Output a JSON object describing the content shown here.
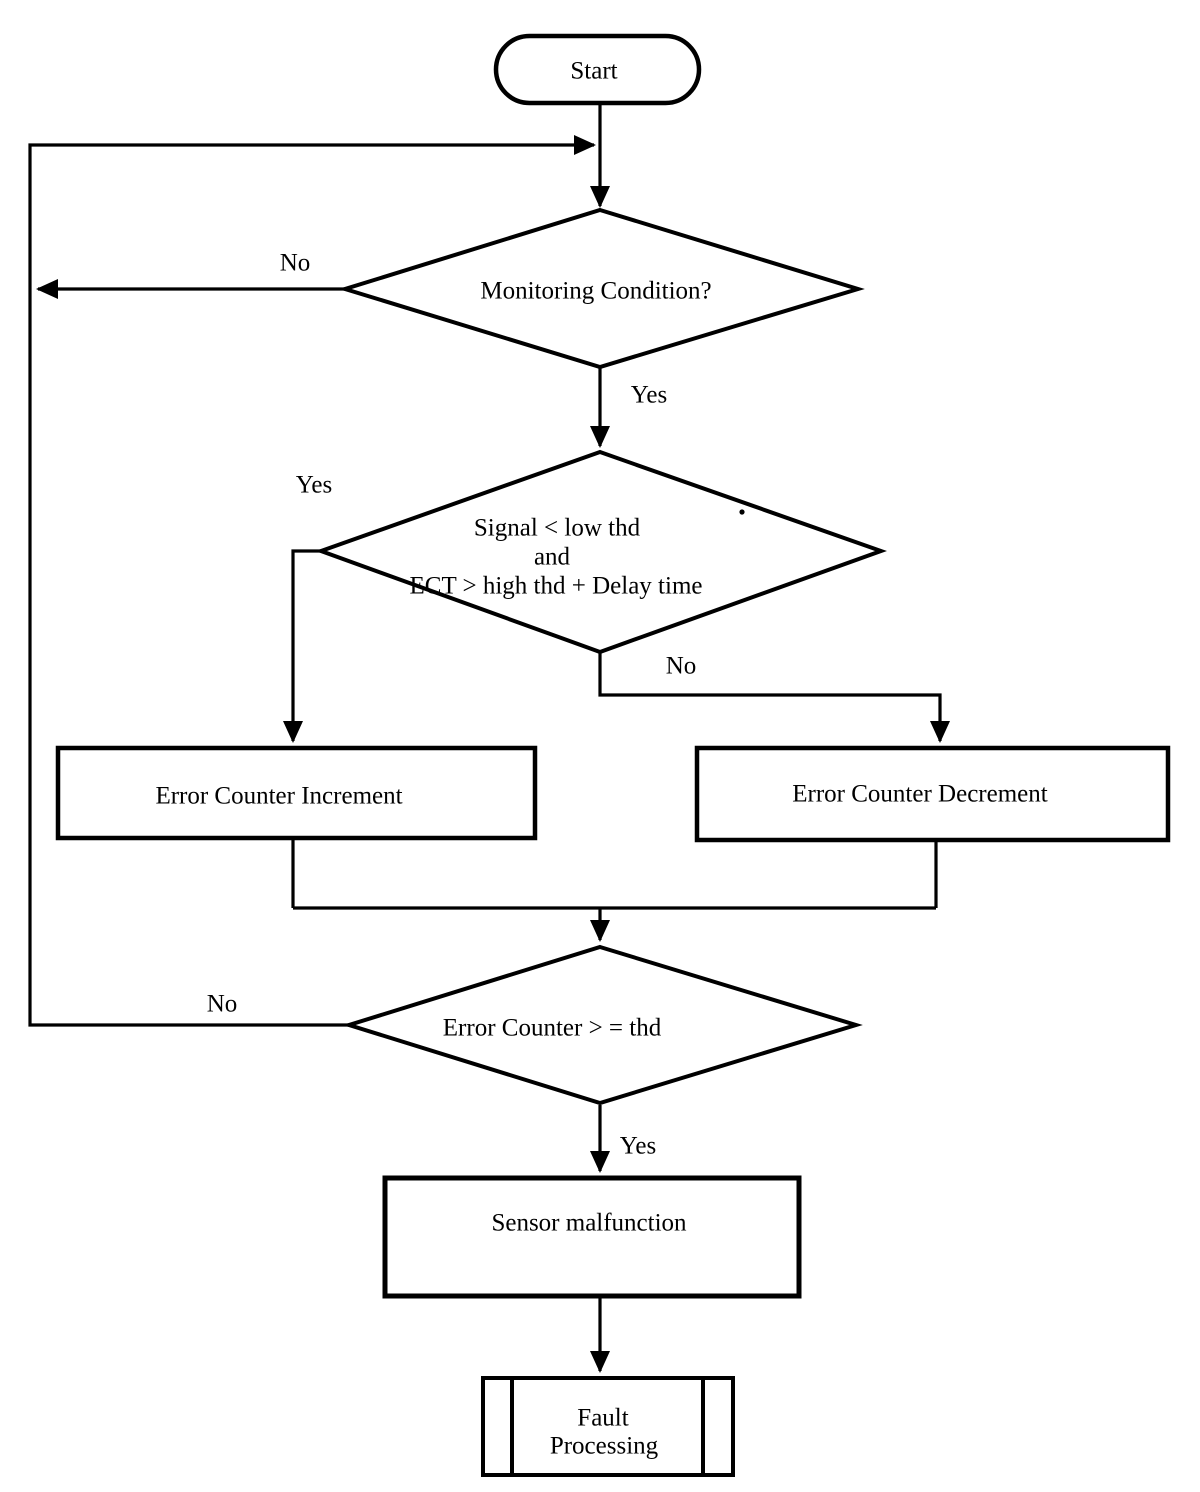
{
  "page": {
    "background_color": "#ffffff",
    "line_color": "#000000",
    "text_color": "#000000"
  },
  "flowchart": {
    "nodes": {
      "start": {
        "type": "terminator",
        "label": "Start"
      },
      "monitoring_condition": {
        "type": "decision",
        "label": "Monitoring Condition?"
      },
      "signal_check": {
        "type": "decision",
        "label_line1": "Signal < low thd",
        "label_line2": "and",
        "label_line3": "ECT > high thd + Delay time"
      },
      "error_counter_increment": {
        "type": "process",
        "label": "Error Counter Increment"
      },
      "error_counter_decrement": {
        "type": "process",
        "label": "Error Counter Decrement"
      },
      "error_counter_threshold": {
        "type": "decision",
        "label": "Error Counter > = thd"
      },
      "sensor_malfunction": {
        "type": "process",
        "label": "Sensor malfunction"
      },
      "fault_processing": {
        "type": "predefined_process",
        "label_line1": "Fault",
        "label_line2": "Processing"
      }
    },
    "edge_labels": {
      "monitoring_no": "No",
      "monitoring_yes": "Yes",
      "signal_yes": "Yes",
      "signal_no": "No",
      "threshold_no": "No",
      "threshold_yes": "Yes"
    }
  }
}
